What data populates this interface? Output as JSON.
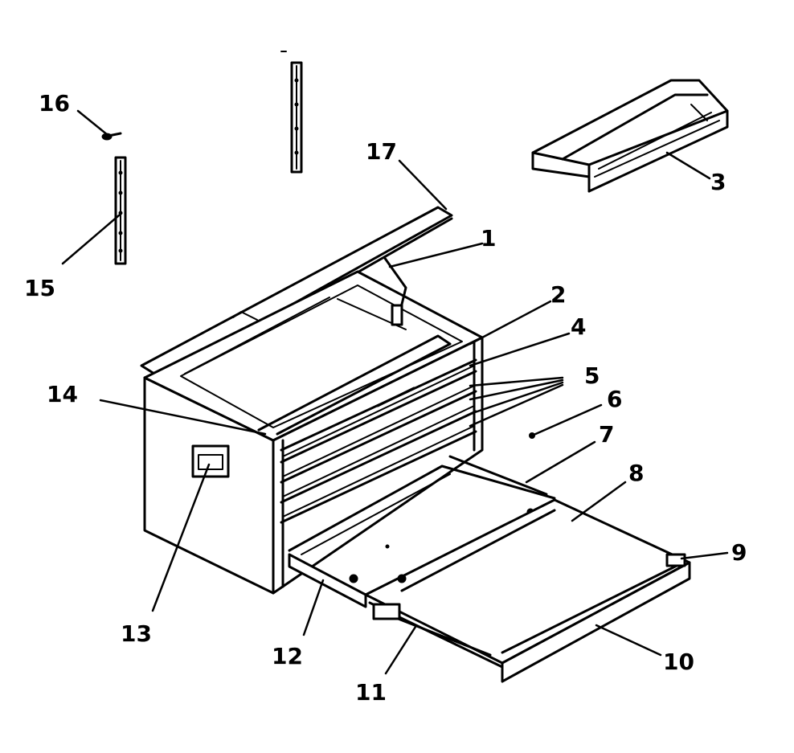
{
  "callouts": {
    "c1": "1",
    "c2": "2",
    "c3": "3",
    "c4": "4",
    "c5": "5",
    "c6": "6",
    "c7": "7",
    "c8": "8",
    "c9": "9",
    "c10": "10",
    "c11": "11",
    "c12": "12",
    "c13": "13",
    "c14": "14",
    "c15": "15",
    "c16": "16",
    "c17": "17"
  },
  "colors": {
    "ink": "#000000",
    "paper": "#ffffff"
  }
}
